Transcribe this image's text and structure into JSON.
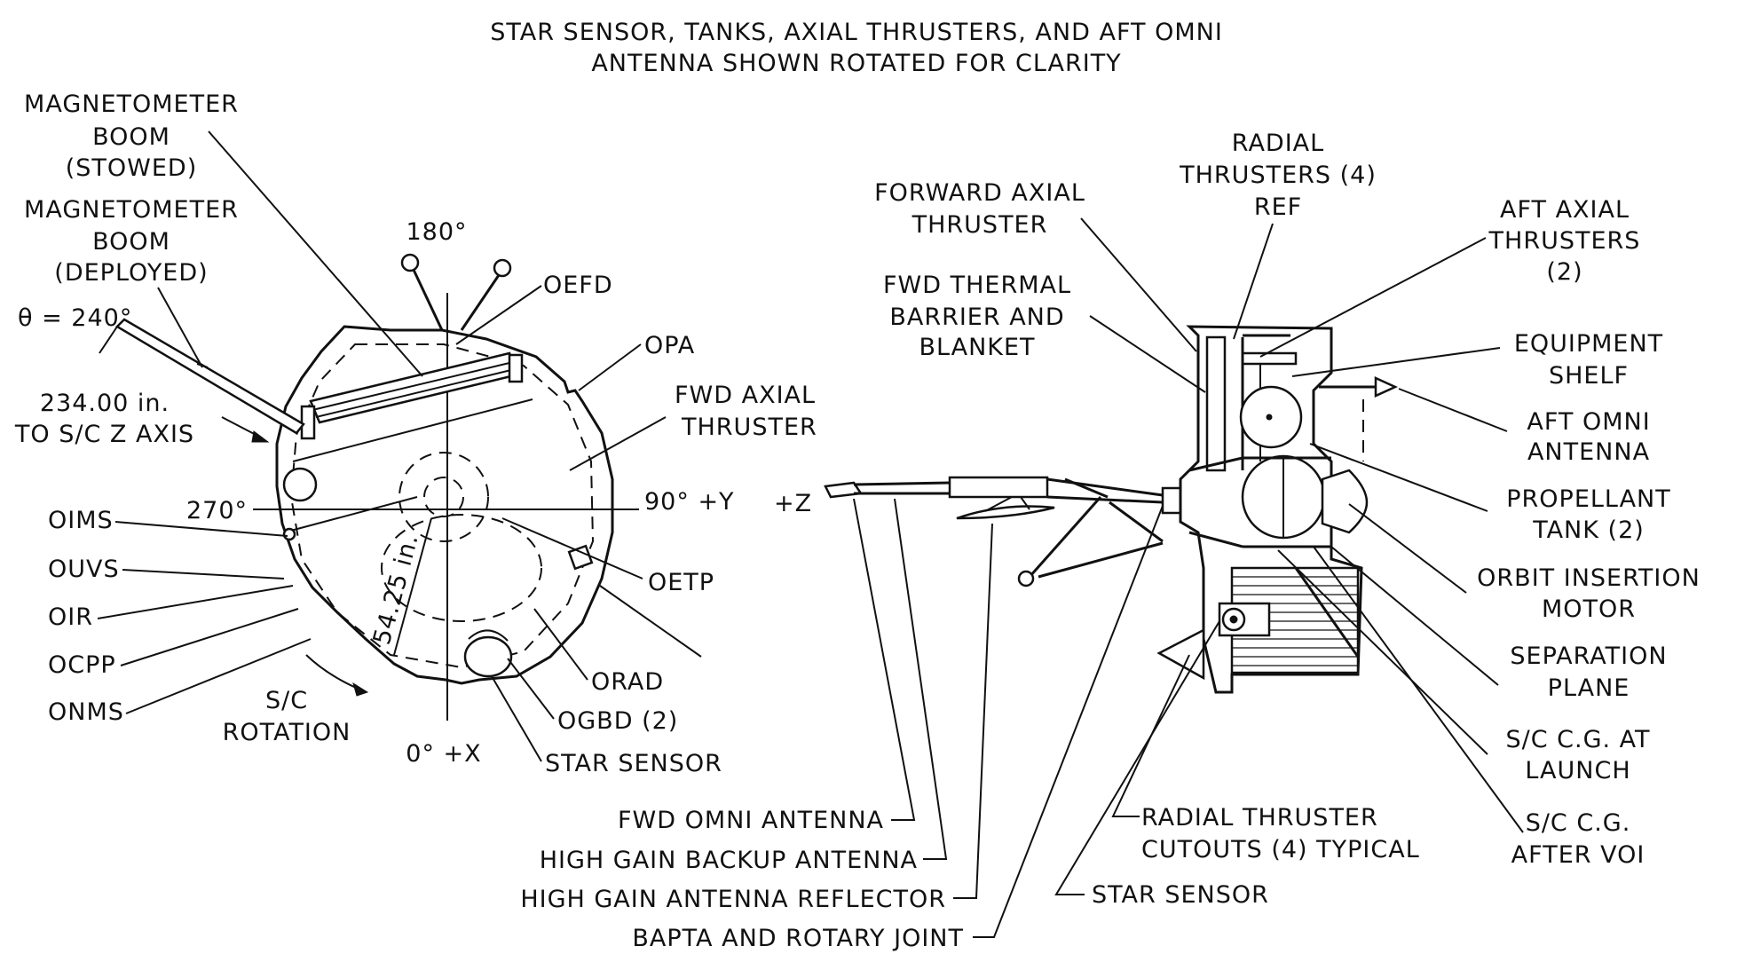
{
  "header": {
    "line1": "STAR SENSOR, TANKS, AXIAL THRUSTERS, AND AFT OMNI",
    "line2": "ANTENNA SHOWN ROTATED FOR CLARITY"
  },
  "left_view": {
    "mag_stowed": [
      "MAGNETOMETER",
      "BOOM",
      "(STOWED)"
    ],
    "mag_deployed": [
      "MAGNETOMETER",
      "BOOM",
      "(DEPLOYED)"
    ],
    "theta": "θ = 240°",
    "boom_distance": [
      "234.00 in.",
      "TO S/C Z AXIS"
    ],
    "angle_180": "180°",
    "angle_270": "270°",
    "angle_90": "90° +Y",
    "angle_0": "0° +X",
    "diameter": "54.25 in.",
    "rotation": [
      "S/C",
      "ROTATION"
    ],
    "labels": {
      "oefd": "OEFD",
      "opa": "OPA",
      "fwd_axial": [
        "FWD AXIAL",
        "THRUSTER"
      ],
      "oetp": "OETP",
      "orad": "ORAD",
      "ogbd": "OGBD (2)",
      "star_sensor": "STAR SENSOR",
      "oims": "OIMS",
      "ouvs": "OUVS",
      "oir": "OIR",
      "ocpp": "OCPP",
      "onms": "ONMS"
    }
  },
  "right_view": {
    "z_axis": "+Z",
    "labels": {
      "forward_axial": [
        "FORWARD AXIAL",
        "THRUSTER"
      ],
      "radial_thrusters": [
        "RADIAL",
        "THRUSTERS (4)",
        "REF"
      ],
      "aft_axial": [
        "AFT AXIAL",
        "THRUSTERS",
        "(2)"
      ],
      "fwd_thermal": [
        "FWD THERMAL",
        "BARRIER AND",
        "BLANKET"
      ],
      "equipment_shelf": [
        "EQUIPMENT",
        "SHELF"
      ],
      "aft_omni": [
        "AFT OMNI",
        "ANTENNA"
      ],
      "propellant_tank": [
        "PROPELLANT",
        "TANK (2)"
      ],
      "orbit_insertion": [
        "ORBIT INSERTION",
        "MOTOR"
      ],
      "separation": [
        "SEPARATION",
        "PLANE"
      ],
      "cg_launch": [
        "S/C C.G. AT",
        "LAUNCH"
      ],
      "cg_voi": [
        "S/C C.G.",
        "AFTER VOI"
      ],
      "radial_cutouts": [
        "RADIAL THRUSTER",
        "CUTOUTS (4) TYPICAL"
      ],
      "star_sensor": "STAR SENSOR",
      "fwd_omni": "FWD OMNI ANTENNA",
      "hg_backup": "HIGH GAIN BACKUP ANTENNA",
      "hg_reflector": "HIGH GAIN ANTENNA REFLECTOR",
      "bapta": "BAPTA AND ROTARY JOINT"
    }
  }
}
